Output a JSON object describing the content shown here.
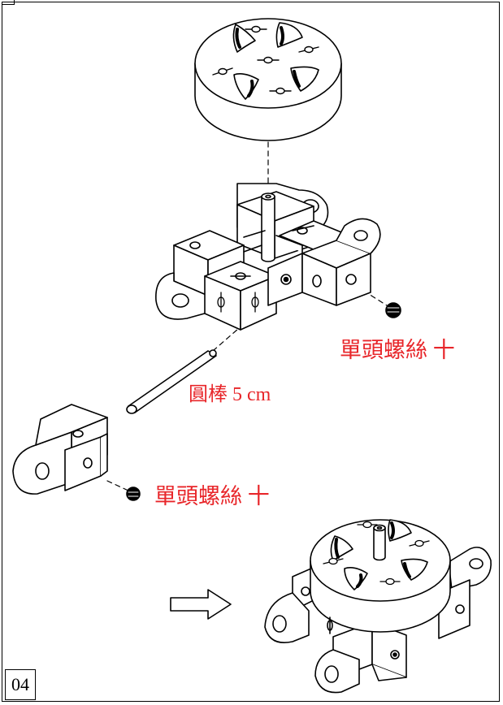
{
  "step_number": "04",
  "labels": {
    "screw_top": "單頭螺絲 十",
    "rod": "圓棒 5 cm",
    "screw_bottom": "單頭螺絲 十"
  },
  "colors": {
    "label": "#e8262a",
    "line": "#000000"
  }
}
